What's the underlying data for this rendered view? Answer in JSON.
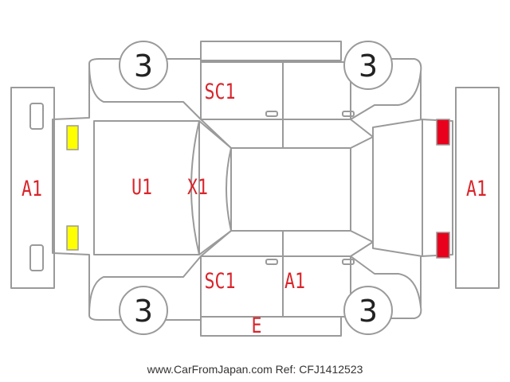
{
  "diagram": {
    "wheels": [
      "3",
      "3",
      "3",
      "3"
    ],
    "labels": {
      "front_bumper": "A1",
      "rear_bumper": "A1",
      "roof": "U1",
      "windshield": "X1",
      "left_sill": "SC1",
      "right_sill": "SC1",
      "rear_right_door": "A1",
      "right_step": "E"
    },
    "colors": {
      "outline": "#9a9a9a",
      "code_text": "#d9252b",
      "headlight_fill": "#ffff00",
      "taillight_fill": "#e8001c"
    }
  },
  "footer": {
    "site": "www.CarFromJapan.com",
    "ref": "Ref: CFJ1412523"
  }
}
